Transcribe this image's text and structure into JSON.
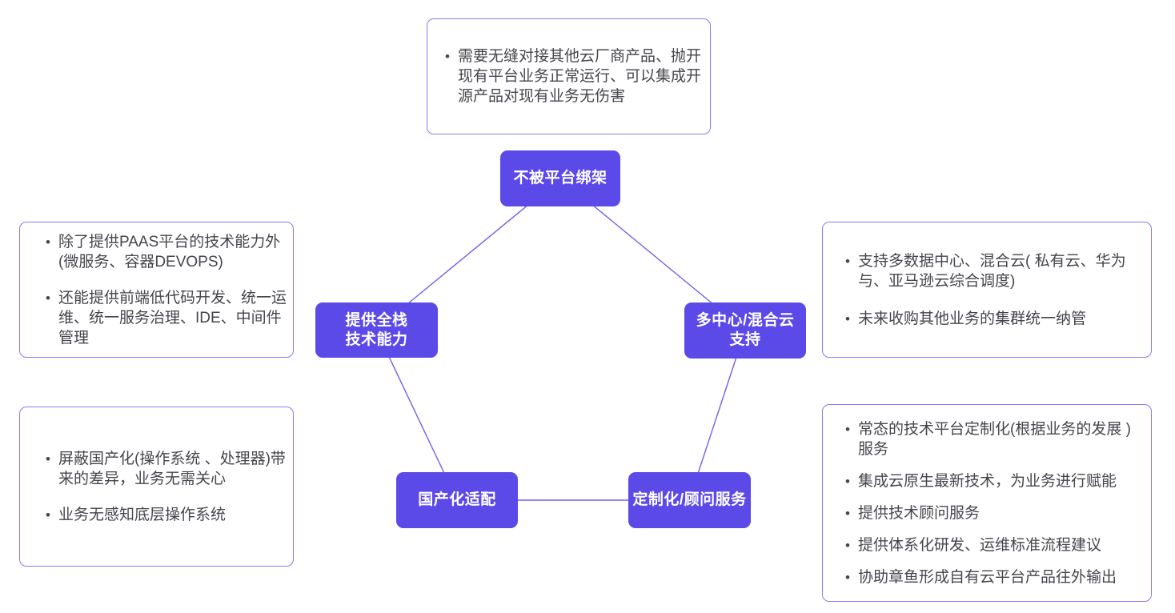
{
  "diagram": {
    "bullet_glyph": "•",
    "colors": {
      "node_fill": "#5b4ae8",
      "node_text": "#ffffff",
      "box_border": "#8a7cf0",
      "box_background": "#ffffff",
      "bullet_text": "#45454d",
      "connector": "#7160ea",
      "canvas_bg": "#ffffff"
    },
    "nodes": {
      "top": {
        "label": "不被平台绑架"
      },
      "left": {
        "line1": "提供全栈",
        "line2": "技术能力"
      },
      "right": {
        "line1": "多中心/混合云",
        "line2": "支持"
      },
      "bottom_left": {
        "label": "国产化适配"
      },
      "bottom_right": {
        "label": "定制化/顾问服务"
      }
    },
    "notes": {
      "top": {
        "bullets": [
          "需要无缝对接其他云厂商产品、抛开现有平台业务正常运行、可以集成开源产品对现有业务无伤害"
        ]
      },
      "left_upper": {
        "bullets": [
          "除了提供PAAS平台的技术能力外(微服务、容器DEVOPS)",
          "还能提供前端低代码开发、统一运维、统一服务治理、IDE、中间件管理"
        ]
      },
      "left_lower": {
        "bullets": [
          "屏蔽国产化(操作系统 、处理器)带来的差异，业务无需关心",
          "业务无感知底层操作系统"
        ]
      },
      "right_upper": {
        "bullets": [
          "支持多数据中心、混合云( 私有云、华为与、亚马逊云综合调度)",
          "未来收购其他业务的集群统一纳管"
        ]
      },
      "right_lower": {
        "bullets": [
          "常态的技术平台定制化(根据业务的发展 )服务",
          "集成云原生最新技术，为业务进行赋能",
          "提供技术顾问服务",
          "提供体系化研发、运维标准流程建议",
          "协助章鱼形成自有云平台产品往外输出"
        ]
      }
    }
  }
}
